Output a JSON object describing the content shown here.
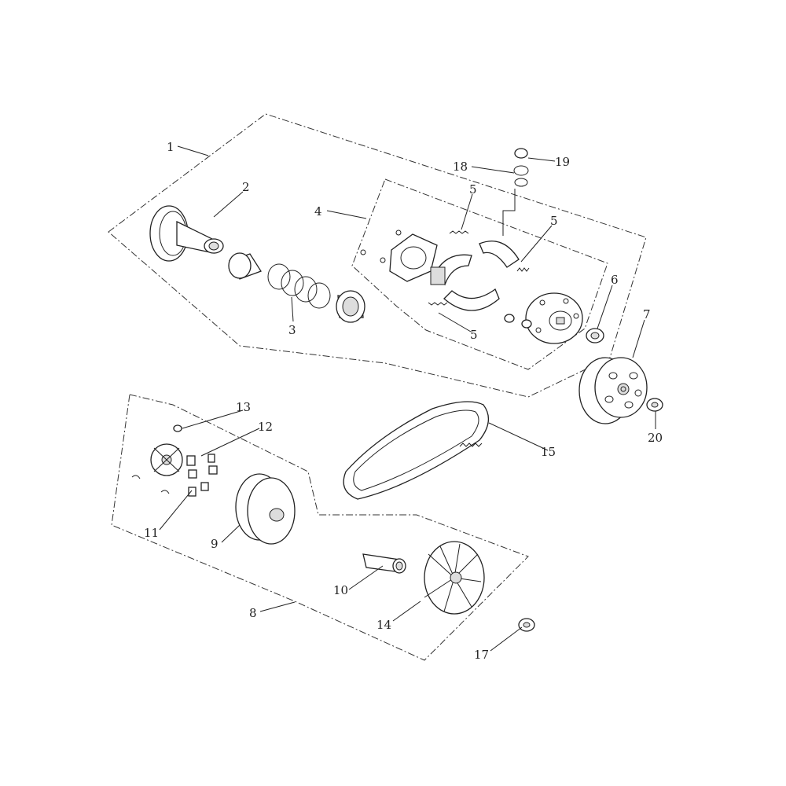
{
  "diagram": {
    "type": "exploded-parts-diagram",
    "line_color": "#222222",
    "background": "#ffffff",
    "callouts": {
      "c1": "1",
      "c2": "2",
      "c3": "3",
      "c4": "4",
      "c5a": "5",
      "c5b": "5",
      "c5c": "5",
      "c6": "6",
      "c7": "7",
      "c8": "8",
      "c9": "9",
      "c10": "10",
      "c11": "11",
      "c12": "12",
      "c13": "13",
      "c14": "14",
      "c15": "15",
      "c17": "17",
      "c18": "18",
      "c19": "19",
      "c20": "20"
    }
  }
}
